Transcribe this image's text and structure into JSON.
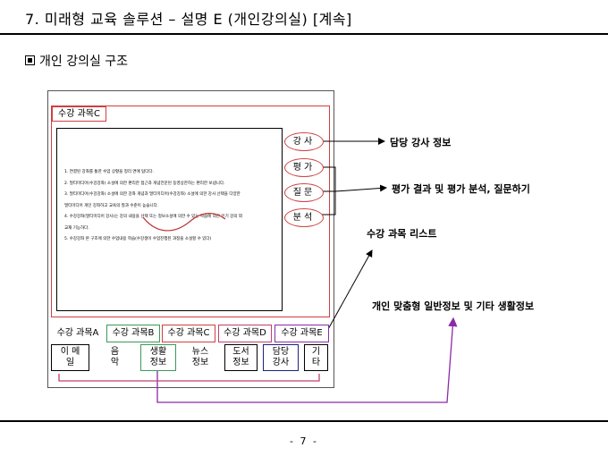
{
  "header": {
    "title": "7. 미래형 교육 솔루션 – 설명 E (개인강의실) [계속]"
  },
  "section": {
    "title": "개인 강의실 구조"
  },
  "course_panel": {
    "tab_label": "수강 과목C",
    "content_lines": [
      "1. 연결된 강좌를 통한 수업 상황을 정리 면에 탑다다.",
      "2. 멀티미디어(수강강좌) 소설에 의한 편리한 접근과 개념전문된 동영상한하는 편리한 보냅니다.",
      "3. 멀티미디어(수강강좌) 소설에 의한 강좌 개념과 멀티미디어(수강강좌) 소설에 의한 강사 선택을 다양한",
      "   멀티미디어 개인 강좌하고 교육의 질과 수준이 높습니다.",
      "4. 수강강좌(멀티미디어 강사)는 강의 내용을 선택 또는 정보소설에 의한 수 있는 학습에 의한 인기 강의 외",
      "   교재 기능하다.",
      "5. 수강강좌 본 구조에 의한 수업내용 학습(수강생이 수업진행된 과정을 소설할 수 있다)"
    ]
  },
  "side_buttons": [
    "강사",
    "평가",
    "질문",
    "분석"
  ],
  "course_tabs": [
    "수강 과목A",
    "수강 과목B",
    "수강 과목C",
    "수강 과목D",
    "수강 과목E"
  ],
  "info_buttons": [
    {
      "line1": "이 메",
      "line2": "일"
    },
    {
      "line1": "음",
      "line2": "악"
    },
    {
      "line1": "생활",
      "line2": "정보"
    },
    {
      "line1": "뉴스",
      "line2": "정보"
    },
    {
      "line1": "도서",
      "line2": "정보"
    },
    {
      "line1": "담당",
      "line2": "강사"
    },
    {
      "line1": "기",
      "line2": "타"
    }
  ],
  "annotations": {
    "teacher_info": "담당 강사 정보",
    "evaluation": "평가 결과 및 평가 분석, 질문하기",
    "course_list": "수강 과목 리스트",
    "personal_info": "개인 맞춤형 일반정보 및 기타 생활정보"
  },
  "footer": {
    "page": "- 7 -"
  },
  "colors": {
    "red": "#d04040",
    "purple": "#8a2aa8",
    "green": "#3a9a5a",
    "pink": "#c04070",
    "navy": "#202080"
  }
}
